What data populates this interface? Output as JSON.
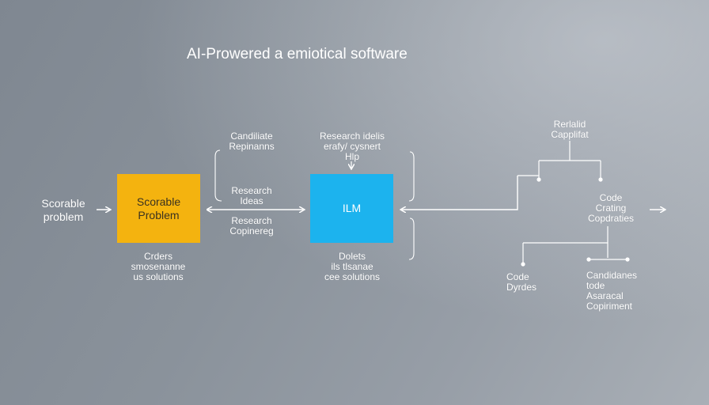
{
  "title": "AI-Prowered a emiotical software",
  "colors": {
    "scorable_box": "#f4b30f",
    "llm_box": "#1cb3ee",
    "lines": "#ffffff"
  },
  "input": {
    "label": "Scorable\nproblem"
  },
  "boxes": {
    "scorable": "Scorable\nProblem",
    "llm": "ILM"
  },
  "labels": {
    "candidate": "Candiliate\nRepinanns",
    "research_ideas": "Research\nIdeas",
    "research_copy": "Research\nCopinereg",
    "scorable_below": "Crders\nsmosenanne\nus solutions",
    "llm_above": "Research idelis\nerafy/ cysnert\nHlp",
    "llm_below": "Dolets\nils  tlsanae\ncee solutions",
    "top_right": "Rerlalid\nCapplifat",
    "code_crating": "Code\nCrating\nCopdraties",
    "code_dyrdes": "Code\nDyrdes",
    "candidanes": "Candidanes\ntode\nAsaracal\nCopiriment"
  }
}
